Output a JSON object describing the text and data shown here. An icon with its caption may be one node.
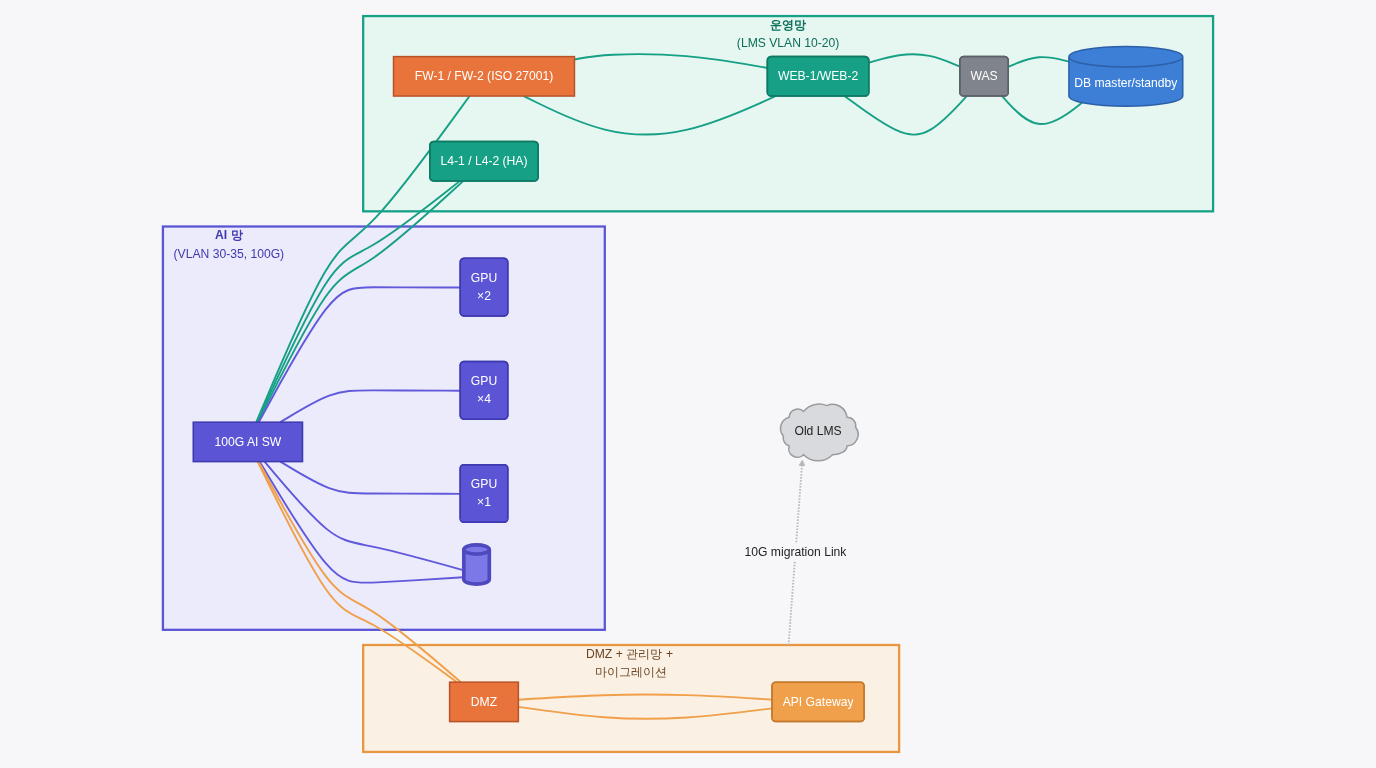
{
  "diagram": {
    "nodes": [
      {
        "text": [
          "운영망",
          "(LMS VLAN 10-20)"
        ]
      },
      {
        "text": [
          "L4-1 / L4-2 (HA)"
        ],
        "in": 0
      },
      {
        "text": [
          "FW-1 / FW-2 (ISO 27001)"
        ],
        "in": 0
      },
      {
        "text": [
          "WEB-1/WEB-2"
        ],
        "in": 0
      },
      {
        "text": [
          "WAS"
        ],
        "in": 0
      },
      {
        "text": [
          "DB master/standby"
        ],
        "in": 0
      },
      {
        "text": [
          "AI 망",
          "(VLAN 30-35, 100G)"
        ]
      },
      {
        "text": [
          "100G AI SW"
        ],
        "in": 6
      },
      {
        "text": [
          "GPU",
          "×2"
        ],
        "in": 6
      },
      {
        "text": [
          "GPU",
          "×4"
        ],
        "in": 6
      },
      {
        "text": [
          "GPU",
          "×1"
        ],
        "in": 6
      },
      {
        "text": [],
        "shape": "cylinder",
        "in": 6
      },
      {
        "text": [
          "DMZ + 관리망 + 마이그레이션"
        ]
      },
      {
        "text": [
          "DMZ"
        ],
        "in": 12
      },
      {
        "text": [
          "API Gateway"
        ],
        "in": 12
      },
      {
        "text": [
          "Old LMS"
        ]
      }
    ],
    "edges": [
      {
        "from": 7,
        "to": 1,
        "arrow": "none"
      },
      {
        "from": 7,
        "to": 1,
        "arrow": "none"
      },
      {
        "from": 7,
        "to": 2,
        "arrow": "none"
      },
      {
        "from": 2,
        "to": 3,
        "arrow": "none"
      },
      {
        "from": 2,
        "to": 3,
        "arrow": "none"
      },
      {
        "from": 3,
        "to": 4,
        "arrow": "none"
      },
      {
        "from": 3,
        "to": 4,
        "arrow": "none"
      },
      {
        "from": 4,
        "to": 5,
        "arrow": "none"
      },
      {
        "from": 4,
        "to": 5,
        "arrow": "none"
      },
      {
        "from": 7,
        "to": 8,
        "arrow": "none",
        "color": "#6159db"
      },
      {
        "from": 7,
        "to": 9,
        "arrow": "none",
        "color": "#6159db"
      },
      {
        "from": 7,
        "to": 10,
        "arrow": "none",
        "color": "#6159db"
      },
      {
        "from": 7,
        "to": 11,
        "arrow": "none",
        "color": "#6159db"
      },
      {
        "from": 7,
        "to": 11,
        "arrow": "none",
        "color": "#6159db"
      },
      {
        "from": 7,
        "to": 13,
        "arrow": "none",
        "color": "#f0a04b"
      },
      {
        "from": 7,
        "to": 13,
        "arrow": "none",
        "color": "#f0a04b"
      },
      {
        "from": 13,
        "to": 14,
        "arrow": "none",
        "color": "#f0a04b"
      },
      {
        "from": 13,
        "to": 14,
        "arrow": "none",
        "color": "#f0a04b"
      },
      {
        "from": 12,
        "to": 15,
        "arrow": "to",
        "style": "dashed",
        "color": "#b8b8b8",
        "label": "10G migration Link"
      }
    ]
  }
}
